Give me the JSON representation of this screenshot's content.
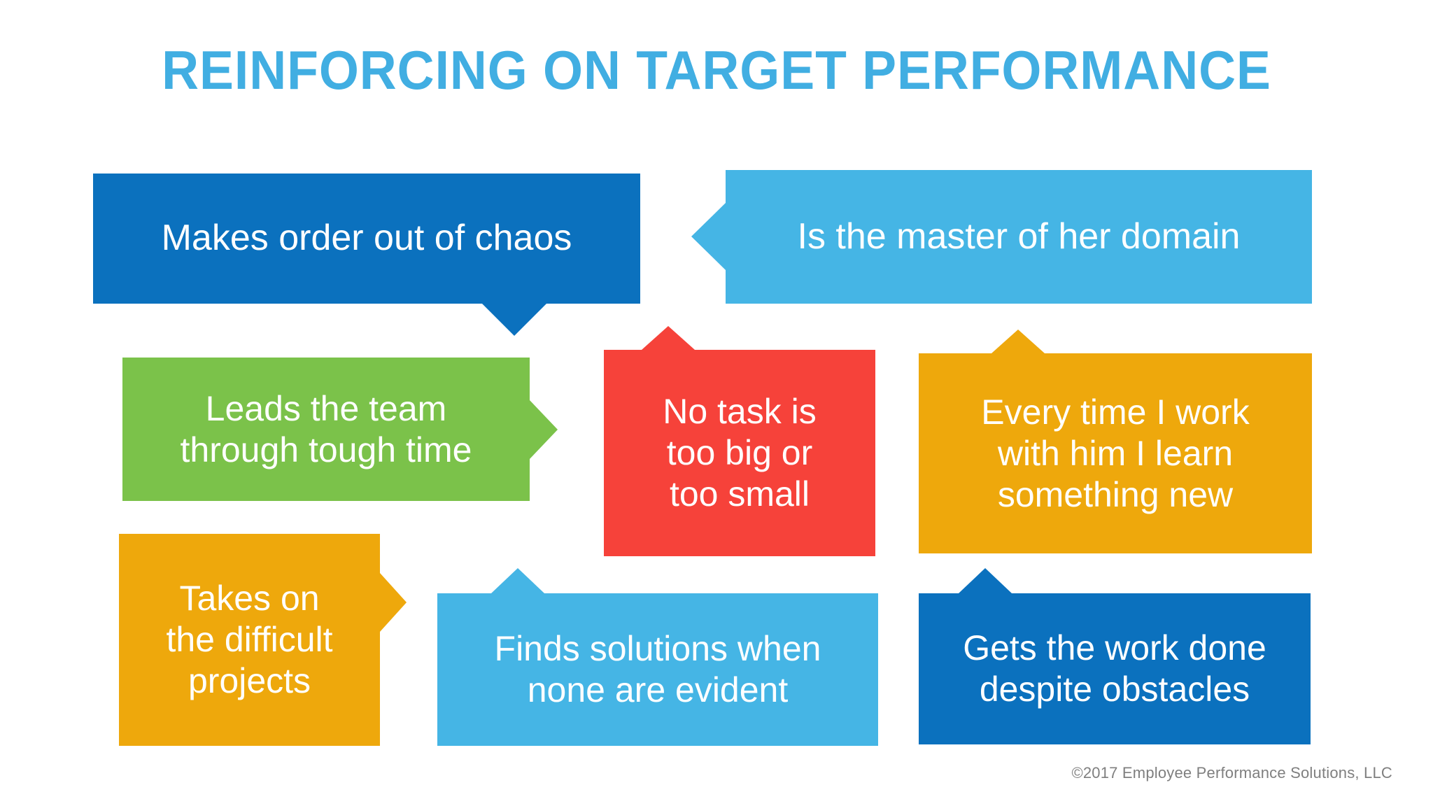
{
  "slide": {
    "title": "REINFORCING ON TARGET PERFORMANCE",
    "background_color": "#FFFFFF",
    "title_color": "#41AEE2",
    "footer": "©2017 Employee Performance Solutions, LLC",
    "footer_color": "#7F7F7F"
  },
  "callouts": [
    {
      "id": "chaos",
      "text": "Makes order out of chaos",
      "color": "#0B71BE",
      "text_color": "#FFFFFF",
      "tail": "down"
    },
    {
      "id": "master",
      "text": "Is the master of her domain",
      "color": "#45B5E5",
      "text_color": "#FFFFFF",
      "tail": "left"
    },
    {
      "id": "leads",
      "text": "Leads the team\nthrough tough time",
      "color": "#7BC24A",
      "text_color": "#FFFFFF",
      "tail": "right"
    },
    {
      "id": "notask",
      "text": "No task is\ntoo big or\ntoo small",
      "color": "#F6423A",
      "text_color": "#FFFFFF",
      "tail": "up"
    },
    {
      "id": "everytime",
      "text": "Every time I work\nwith him I learn\nsomething new",
      "color": "#EEA80C",
      "text_color": "#FFFFFF",
      "tail": "up"
    },
    {
      "id": "takeson",
      "text": "Takes on\nthe difficult\nprojects",
      "color": "#EEA80C",
      "text_color": "#FFFFFF",
      "tail": "right"
    },
    {
      "id": "finds",
      "text": "Finds solutions when\nnone are evident",
      "color": "#45B5E5",
      "text_color": "#FFFFFF",
      "tail": "up"
    },
    {
      "id": "gets",
      "text": "Gets the work done\ndespite obstacles",
      "color": "#0B71BE",
      "text_color": "#FFFFFF",
      "tail": "up"
    }
  ]
}
